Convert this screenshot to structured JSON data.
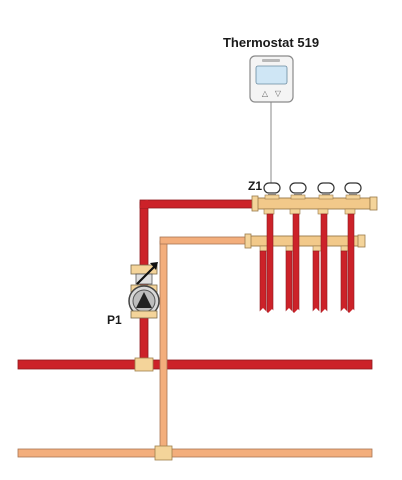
{
  "labels": {
    "thermostat": "Thermostat 519",
    "zone": "Z1",
    "pump": "P1"
  },
  "thermostat_display": {
    "arrow_up": "△",
    "arrow_down": "▽"
  },
  "colors": {
    "supply_pipe": "#cc2229",
    "return_pipe": "#f3ae7c",
    "manifold": "#f2c98a",
    "fitting": "#f4d49a",
    "outline": "#555555",
    "thermostat_screen": "#cfe6f5"
  },
  "icons": [
    "thermostat-icon",
    "zone-actuator-icon",
    "circulator-pump-icon",
    "flow-check-valve-icon"
  ]
}
